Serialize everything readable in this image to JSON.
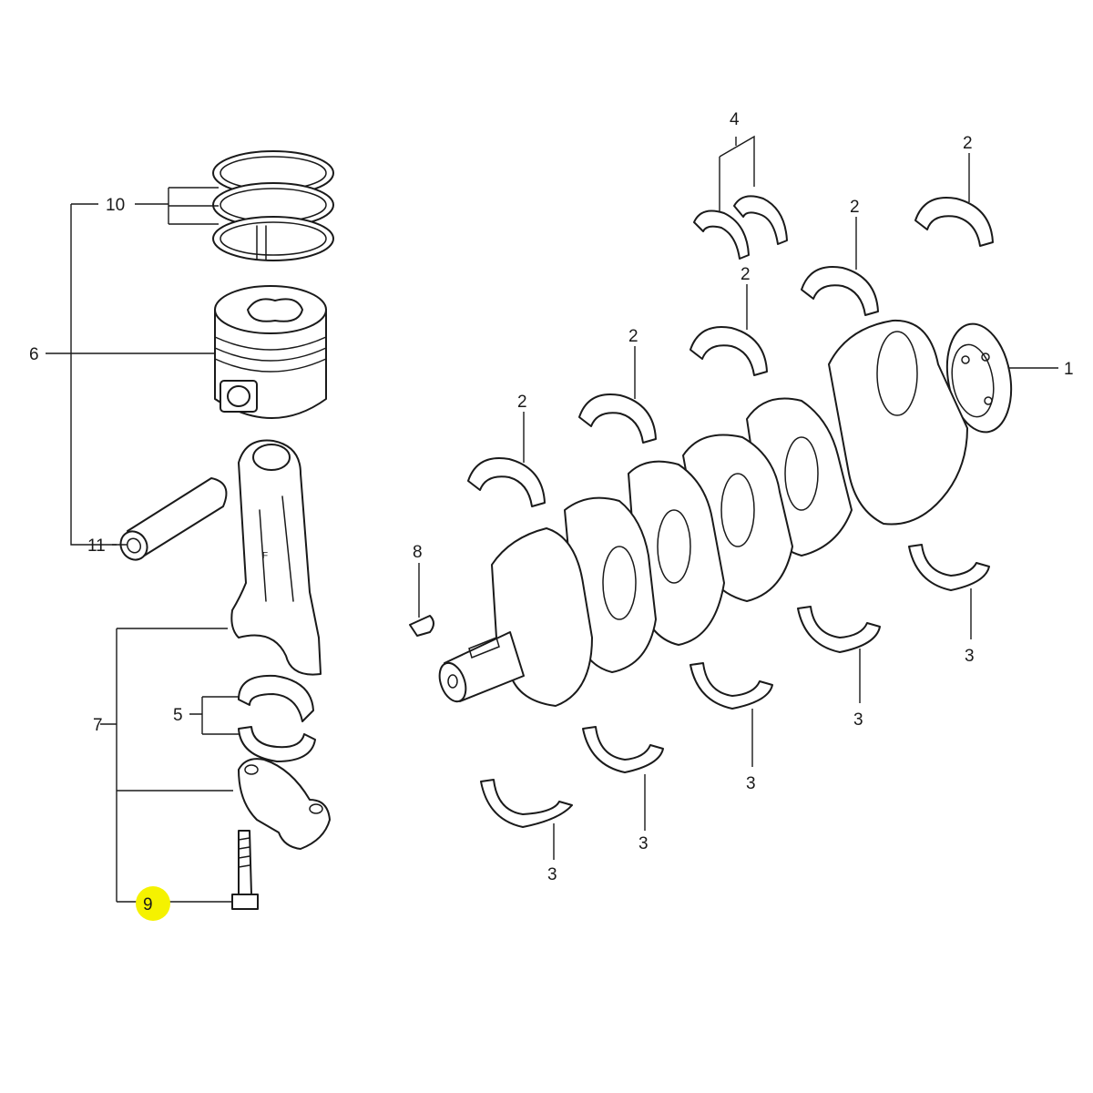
{
  "callouts": {
    "c1": "1",
    "c2": "2",
    "c3": "3",
    "c4": "4",
    "c5": "5",
    "c6": "6",
    "c7": "7",
    "c8": "8",
    "c9": "9",
    "c10": "10",
    "c11": "11"
  },
  "highlight": {
    "item": "9",
    "color": "#f5f200"
  }
}
